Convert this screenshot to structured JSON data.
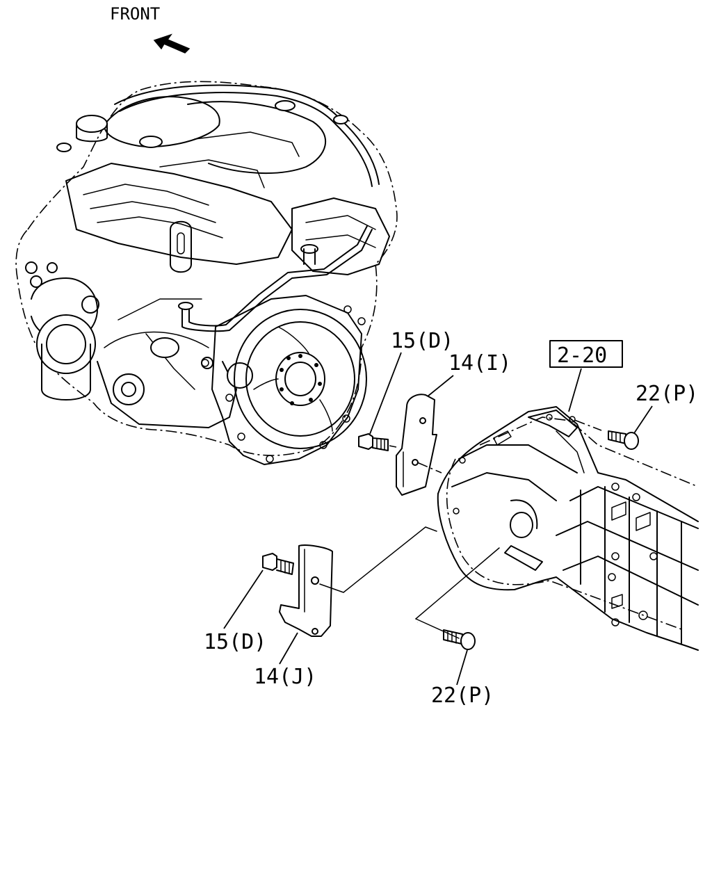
{
  "front_label": "FRONT",
  "callouts": {
    "ref_box": "2-20",
    "bolt_upper_left": "15(D)",
    "plate_upper": "14(I)",
    "bolt_upper_right": "22(P)",
    "bolt_lower_left": "15(D)",
    "plate_lower": "14(J)",
    "bolt_lower_right": "22(P)"
  },
  "icons": {
    "front_arrow": "arrow-up-left-icon"
  }
}
